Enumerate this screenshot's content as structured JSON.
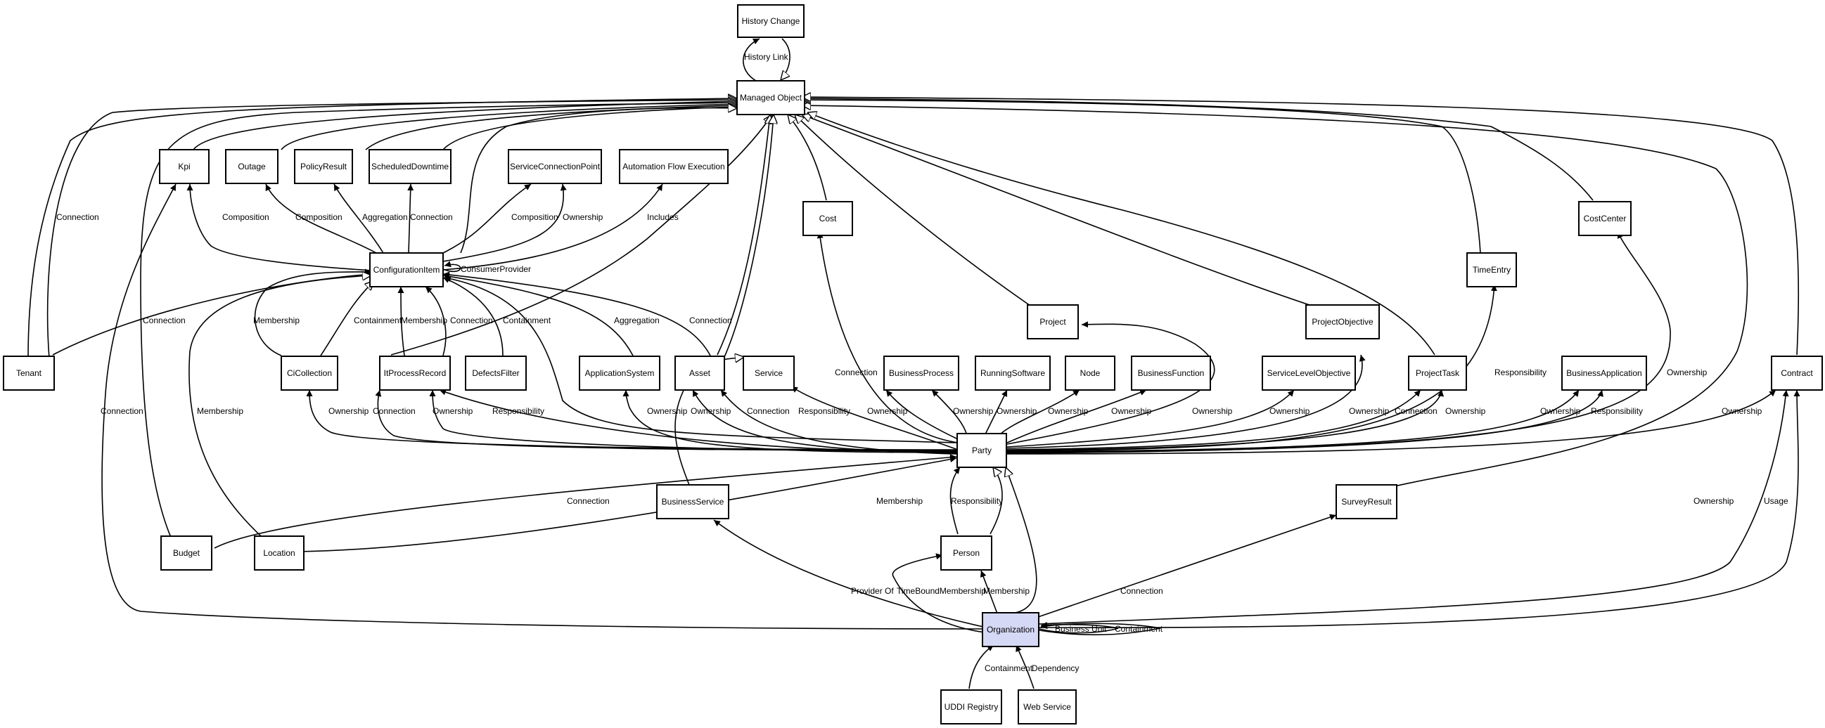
{
  "diagram": {
    "nodes": [
      {
        "id": "history_change",
        "label": "History Change"
      },
      {
        "id": "managed_object",
        "label": "Managed Object"
      },
      {
        "id": "kpi",
        "label": "Kpi"
      },
      {
        "id": "outage",
        "label": "Outage"
      },
      {
        "id": "policy_result",
        "label": "PolicyResult"
      },
      {
        "id": "scheduled_downtime",
        "label": "ScheduledDowntime"
      },
      {
        "id": "service_connection_point",
        "label": "ServiceConnectionPoint"
      },
      {
        "id": "automation_flow_execution",
        "label": "Automation Flow Execution"
      },
      {
        "id": "cost",
        "label": "Cost"
      },
      {
        "id": "cost_center",
        "label": "CostCenter"
      },
      {
        "id": "configuration_item",
        "label": "ConfigurationItem"
      },
      {
        "id": "time_entry",
        "label": "TimeEntry"
      },
      {
        "id": "project",
        "label": "Project"
      },
      {
        "id": "project_objective",
        "label": "ProjectObjective"
      },
      {
        "id": "tenant",
        "label": "Tenant"
      },
      {
        "id": "ci_collection",
        "label": "CiCollection"
      },
      {
        "id": "it_process_record",
        "label": "ItProcessRecord"
      },
      {
        "id": "defects_filter",
        "label": "DefectsFilter"
      },
      {
        "id": "application_system",
        "label": "ApplicationSystem"
      },
      {
        "id": "asset",
        "label": "Asset"
      },
      {
        "id": "service",
        "label": "Service"
      },
      {
        "id": "business_process",
        "label": "BusinessProcess"
      },
      {
        "id": "running_software",
        "label": "RunningSoftware"
      },
      {
        "id": "node",
        "label": "Node"
      },
      {
        "id": "business_function",
        "label": "BusinessFunction"
      },
      {
        "id": "service_level_objective",
        "label": "ServiceLevelObjective"
      },
      {
        "id": "project_task",
        "label": "ProjectTask"
      },
      {
        "id": "business_application",
        "label": "BusinessApplication"
      },
      {
        "id": "contract",
        "label": "Contract"
      },
      {
        "id": "party",
        "label": "Party"
      },
      {
        "id": "business_service",
        "label": "BusinessService"
      },
      {
        "id": "survey_result",
        "label": "SurveyResult"
      },
      {
        "id": "budget",
        "label": "Budget"
      },
      {
        "id": "location",
        "label": "Location"
      },
      {
        "id": "person",
        "label": "Person"
      },
      {
        "id": "organization",
        "label": "Organization"
      },
      {
        "id": "uddi_registry",
        "label": "UDDI Registry"
      },
      {
        "id": "web_service",
        "label": "Web Service"
      }
    ],
    "edge_labels": [
      {
        "id": "history-link",
        "text": "History Link"
      },
      {
        "id": "tenant-connection",
        "text": "Connection"
      },
      {
        "id": "kpi-composition",
        "text": "Composition"
      },
      {
        "id": "outage-composition",
        "text": "Composition"
      },
      {
        "id": "policy-aggregation",
        "text": "Aggregation"
      },
      {
        "id": "downtime-connection",
        "text": "Connection"
      },
      {
        "id": "scp-composition",
        "text": "Composition"
      },
      {
        "id": "scp-ownership",
        "text": "Ownership"
      },
      {
        "id": "afe-includes",
        "text": "Includes"
      },
      {
        "id": "ci-consumer-provider",
        "text": "ConsumerProvider"
      },
      {
        "id": "budget-connection",
        "text": "Connection"
      },
      {
        "id": "cicoll-membership",
        "text": "Membership"
      },
      {
        "id": "cicoll-containment",
        "text": "Containment"
      },
      {
        "id": "itpr-membership",
        "text": "Membership"
      },
      {
        "id": "itpr-connection",
        "text": "Connection"
      },
      {
        "id": "defects-containment",
        "text": "Containment"
      },
      {
        "id": "appsys-aggregation",
        "text": "Aggregation"
      },
      {
        "id": "asset-connection",
        "text": "Connection"
      },
      {
        "id": "party-cost-connection",
        "text": "Connection"
      },
      {
        "id": "timeentry-responsibility",
        "text": "Responsibility"
      },
      {
        "id": "costcenter-ownership",
        "text": "Ownership"
      },
      {
        "id": "org-kpi-connection",
        "text": "Connection"
      },
      {
        "id": "location-membership",
        "text": "Membership"
      },
      {
        "id": "party-cicoll-ownership",
        "text": "Ownership"
      },
      {
        "id": "party-itpr-connection",
        "text": "Connection"
      },
      {
        "id": "party-itpr-ownership",
        "text": "Ownership"
      },
      {
        "id": "party-itpr-responsibility",
        "text": "Responsibility"
      },
      {
        "id": "party-appsys-ownership",
        "text": "Ownership"
      },
      {
        "id": "party-asset-ownership",
        "text": "Ownership"
      },
      {
        "id": "party-asset-connection",
        "text": "Connection"
      },
      {
        "id": "party-service-responsibility",
        "text": "Responsibility"
      },
      {
        "id": "party-service-ownership",
        "text": "Ownership"
      },
      {
        "id": "party-bp-ownership",
        "text": "Ownership"
      },
      {
        "id": "party-rs-ownership",
        "text": "Ownership"
      },
      {
        "id": "party-node-ownership",
        "text": "Ownership"
      },
      {
        "id": "party-bf-ownership",
        "text": "Ownership"
      },
      {
        "id": "party-project-ownership",
        "text": "Ownership"
      },
      {
        "id": "party-slo-ownership",
        "text": "Ownership"
      },
      {
        "id": "party-po-ownership",
        "text": "Ownership"
      },
      {
        "id": "party-pt-connection",
        "text": "Connection"
      },
      {
        "id": "party-pt-ownership",
        "text": "Ownership"
      },
      {
        "id": "party-ba-ownership",
        "text": "Ownership"
      },
      {
        "id": "party-ba-responsibility",
        "text": "Responsibility"
      },
      {
        "id": "party-contract-ownership",
        "text": "Ownership"
      },
      {
        "id": "budget-party-connection",
        "text": "Connection"
      },
      {
        "id": "location-party-membership",
        "text": "Membership"
      },
      {
        "id": "person-responsibility",
        "text": "Responsibility"
      },
      {
        "id": "org-contract-ownership",
        "text": "Ownership"
      },
      {
        "id": "org-contract-usage",
        "text": "Usage"
      },
      {
        "id": "org-provider-of",
        "text": "Provider Of"
      },
      {
        "id": "org-timebound-membership",
        "text": "TimeBoundMembership"
      },
      {
        "id": "org-person-membership",
        "text": "Membership"
      },
      {
        "id": "org-survey-connection",
        "text": "Connection"
      },
      {
        "id": "org-business-unit",
        "text": "Business Unit"
      },
      {
        "id": "org-containment",
        "text": "Containment"
      },
      {
        "id": "uddi-containment",
        "text": "Containment"
      },
      {
        "id": "ws-dependency",
        "text": "Dependency"
      }
    ]
  }
}
